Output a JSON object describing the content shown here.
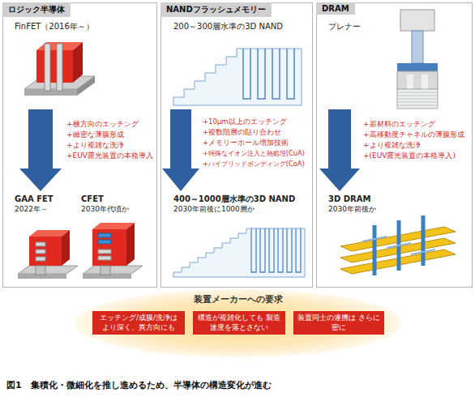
{
  "diagram": {
    "caption": "図1　集積化・微細化を推し進めるため、半導体の構造変化が進む",
    "nodes": [
      {
        "text": [
          "ロジック半導体"
        ]
      },
      {
        "text": [
          "NANDフラッシュメモリー"
        ]
      },
      {
        "text": [
          "DRAM"
        ]
      },
      {
        "text": [
          "装置メーカーへの要求"
        ]
      },
      {
        "text": [
          "エッチング/成膜/洗浄は より深く、異方向にも"
        ],
        "in": 3
      },
      {
        "text": [
          "構造が複雑化しても 製造速度を落とさない"
        ],
        "in": 3
      },
      {
        "text": [
          "装置同士の連携は さらに密に"
        ],
        "in": 3
      }
    ],
    "labels": [
      "FinFET（2016年～）",
      "+横方向のエッチング",
      "+緻密な薄膜形成",
      "+より複雑な洗浄",
      "+EUV露光装置の本格導入",
      "GAA FET",
      "2022年～",
      "CFET",
      "2030年代頃か",
      "200～300層水準の3D NAND",
      "+10μm以上のエッチング",
      "+複数階層の貼り合わせ",
      "+メモリーホール増加技術",
      "+特殊なイオン注入と熱処理(CuA)",
      "+ハイブリッドボンディング(CoA)",
      "400～1000層水準の3D NAND",
      "2030年前後に1000層か",
      "プレナー",
      "+新材料のエッチング",
      "+高移動度チャネルの薄膜形成",
      "+より複雑な洗浄",
      "+(EUV露光装置の本格導入)",
      "3D DRAM",
      "2030年前後か"
    ]
  }
}
